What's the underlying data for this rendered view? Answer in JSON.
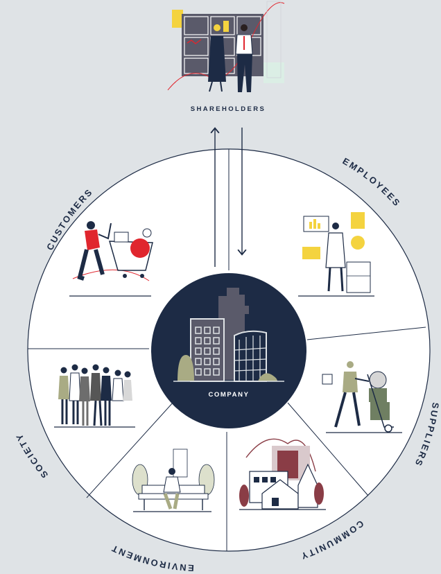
{
  "top": {
    "label": "SHAREHOLDERS"
  },
  "center": {
    "label": "COMPANY"
  },
  "segments": [
    {
      "id": "customers",
      "label": "CUSTOMERS"
    },
    {
      "id": "employees",
      "label": "EMPLOYEES"
    },
    {
      "id": "suppliers",
      "label": "SUPPLIERS"
    },
    {
      "id": "community",
      "label": "COMMUNITY"
    },
    {
      "id": "environment",
      "label": "ENVIRONMENT"
    },
    {
      "id": "society",
      "label": "SOCIETY"
    }
  ],
  "colors": {
    "background": "#dfe3e6",
    "wheel": "#ffffff",
    "navy": "#1d2b45",
    "red": "#e0262e",
    "yellow": "#f4d33f",
    "sage": "#a9ab84",
    "maroon": "#8a3d46"
  },
  "icons": {
    "customers": "shopping-cart-icon",
    "employees": "scientist-icon",
    "suppliers": "delivery-worker-icon",
    "community": "houses-icon",
    "environment": "park-bench-icon",
    "society": "group-of-people-icon",
    "shareholders": "business-people-icon",
    "company": "office-buildings-icon"
  }
}
